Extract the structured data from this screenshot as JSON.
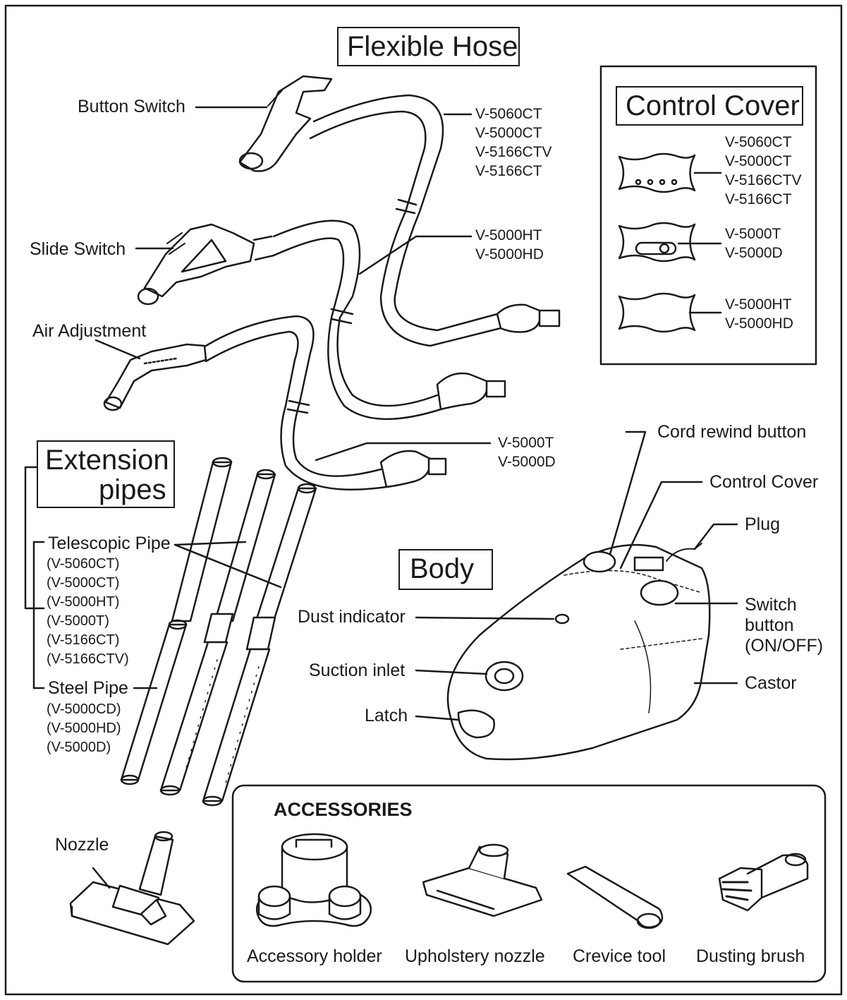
{
  "titles": {
    "flexible_hose": "Flexible Hose",
    "control_cover": "Control Cover",
    "extension_pipes_1": "Extension",
    "extension_pipes_2": "pipes",
    "body": "Body",
    "accessories": "ACCESSORIES"
  },
  "hose": {
    "button_switch": "Button Switch",
    "slide_switch": "Slide Switch",
    "air_adjustment": "Air Adjustment",
    "models_a": [
      "V-5060CT",
      "V-5000CT",
      "V-5166CTV",
      "V-5166CT"
    ],
    "models_b": [
      "V-5000HT",
      "V-5000HD"
    ],
    "models_c": [
      "V-5000T",
      "V-5000D"
    ]
  },
  "control_cover": {
    "models_a": [
      "V-5060CT",
      "V-5000CT",
      "V-5166CTV",
      "V-5166CT"
    ],
    "models_b": [
      "V-5000T",
      "V-5000D"
    ],
    "models_c": [
      "V-5000HT",
      "V-5000HD"
    ]
  },
  "pipes": {
    "telescopic": "Telescopic Pipe",
    "telescopic_models": [
      "(V-5060CT)",
      "(V-5000CT)",
      "(V-5000HT)",
      "(V-5000T)",
      "(V-5166CT)",
      "(V-5166CTV)"
    ],
    "steel": "Steel Pipe",
    "steel_models": [
      "(V-5000CD)",
      "(V-5000HD)",
      "(V-5000D)"
    ]
  },
  "body_parts": {
    "cord_rewind": "Cord rewind button",
    "control_cover": "Control Cover",
    "plug": "Plug",
    "switch_1": "Switch",
    "switch_2": "button",
    "switch_3": "(ON/OFF)",
    "castor": "Castor",
    "dust_indicator": "Dust indicator",
    "suction_inlet": "Suction inlet",
    "latch": "Latch"
  },
  "nozzle": "Nozzle",
  "accessories": {
    "holder": "Accessory holder",
    "upholstery": "Upholstery nozzle",
    "crevice": "Crevice tool",
    "brush": "Dusting brush"
  }
}
